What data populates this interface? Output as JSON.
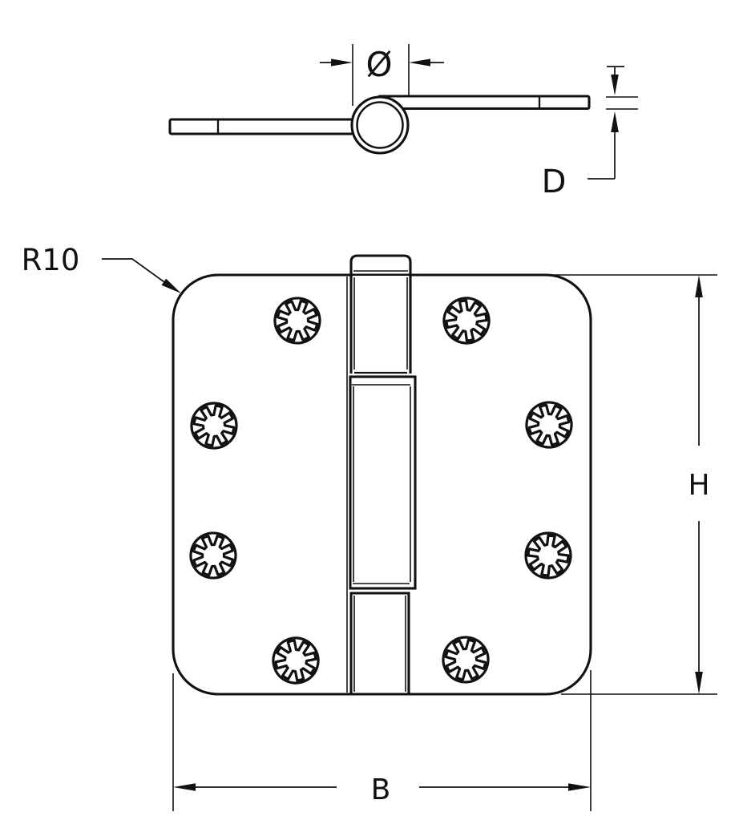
{
  "colors": {
    "background": "#ffffff",
    "line": "#111111"
  },
  "top_view": {
    "description": "hinge side profile with pin barrel and two leaves",
    "labels": {
      "pin_diameter": "Ø",
      "leaf_thickness": "D"
    }
  },
  "front_view": {
    "description": "hinge front view with rounded-corner leaves and knuckles",
    "labels": {
      "corner_radius": "R10",
      "height": "H",
      "width": "B"
    },
    "screw_hole_count": 8
  }
}
